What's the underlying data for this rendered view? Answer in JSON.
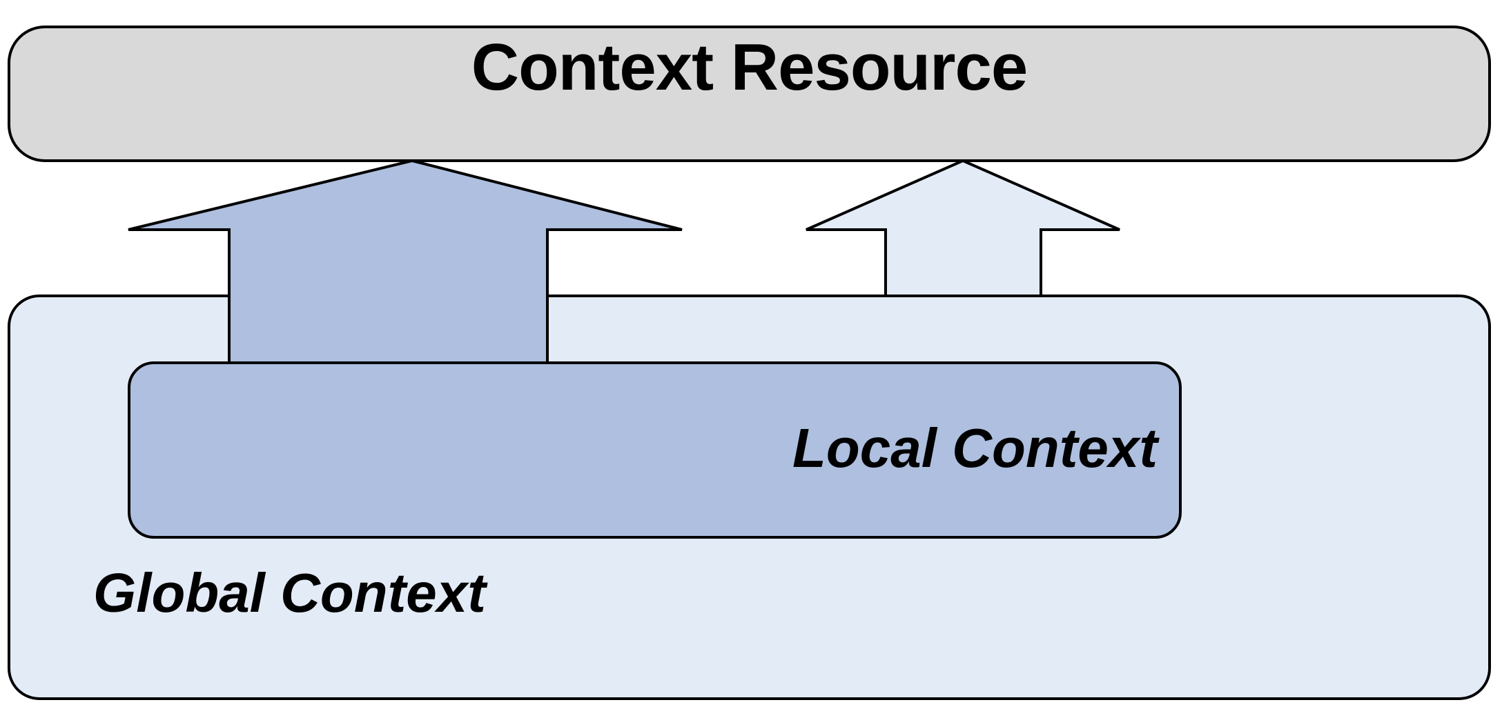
{
  "diagram": {
    "title": "Context Resource",
    "nodes": [
      {
        "id": "context-resource",
        "label": "Context Resource",
        "shape": "rounded-rectangle",
        "fill": "#d9d9d9",
        "stroke": "#000000",
        "text_style": "bold"
      },
      {
        "id": "global-context",
        "label": "Global Context",
        "shape": "rounded-rectangle",
        "fill": "#e3ebf7",
        "stroke": "#000000",
        "text_style": "bold-italic"
      },
      {
        "id": "local-context",
        "label": "Local Context",
        "shape": "rounded-rectangle",
        "fill": "#aebfdf",
        "stroke": "#000000",
        "text_style": "bold-italic"
      }
    ],
    "arrows": [
      {
        "id": "local-to-context-resource",
        "from": "local-context",
        "to": "context-resource",
        "direction": "up",
        "fill": "#aebfdf",
        "stroke": "#000000"
      },
      {
        "id": "global-to-context-resource",
        "from": "global-context",
        "to": "context-resource",
        "direction": "up",
        "fill": "#e3ebf7",
        "stroke": "#000000"
      }
    ],
    "colors": {
      "background": "#ffffff",
      "context_resource_fill": "#d9d9d9",
      "global_context_fill": "#e3ebf7",
      "local_context_fill": "#aebfdf",
      "outline": "#000000"
    }
  }
}
